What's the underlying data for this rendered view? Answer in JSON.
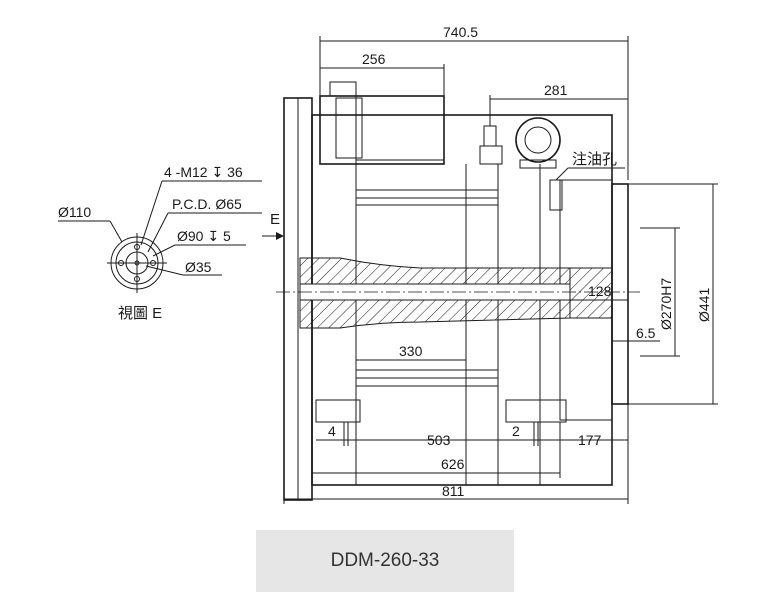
{
  "caption": "DDM-260-33",
  "view_label": "視圖 E",
  "view_marker": "E",
  "note_oil_hole": "注油孔",
  "dims": {
    "d740": "740.5",
    "d256": "256",
    "d281": "281",
    "d128": "128",
    "d330": "330",
    "d6_5": "6.5",
    "d4": "4",
    "d503": "503",
    "d2": "2",
    "d177": "177",
    "d626": "626",
    "d811": "811",
    "d270": "Ø270H7",
    "d441": "Ø441"
  },
  "view_e": {
    "d110": "Ø110",
    "m12": "4 -M12 ↧ 36",
    "pcd": "P.C.D. Ø65",
    "d90": "Ø90 ↧ 5",
    "d35": "Ø35"
  }
}
